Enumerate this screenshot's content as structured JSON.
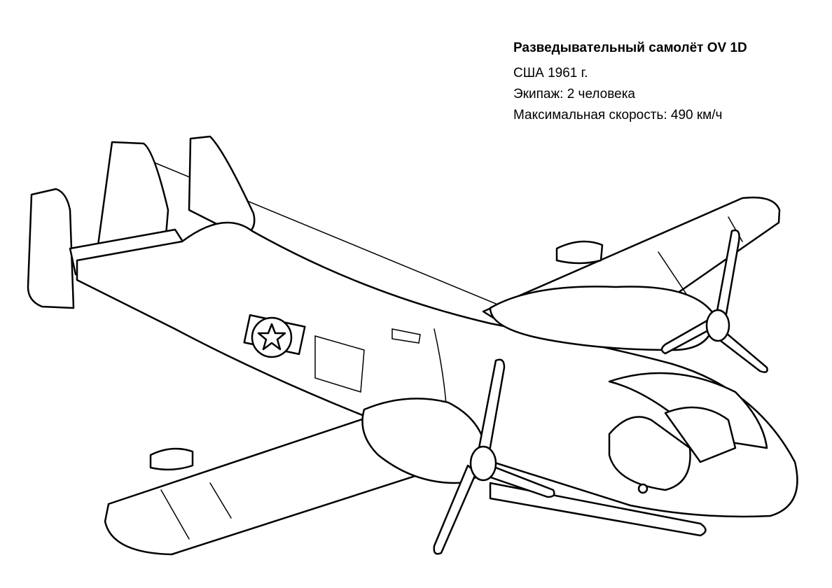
{
  "caption": {
    "title": "Разведывательный самолёт OV 1D",
    "country_year": "США 1961 г.",
    "crew": "Экипаж: 2 человека",
    "max_speed": "Максимальная скорость: 490 км/ч"
  },
  "illustration": {
    "subject": "airplane",
    "roundel_icon": "star-roundel-icon"
  }
}
